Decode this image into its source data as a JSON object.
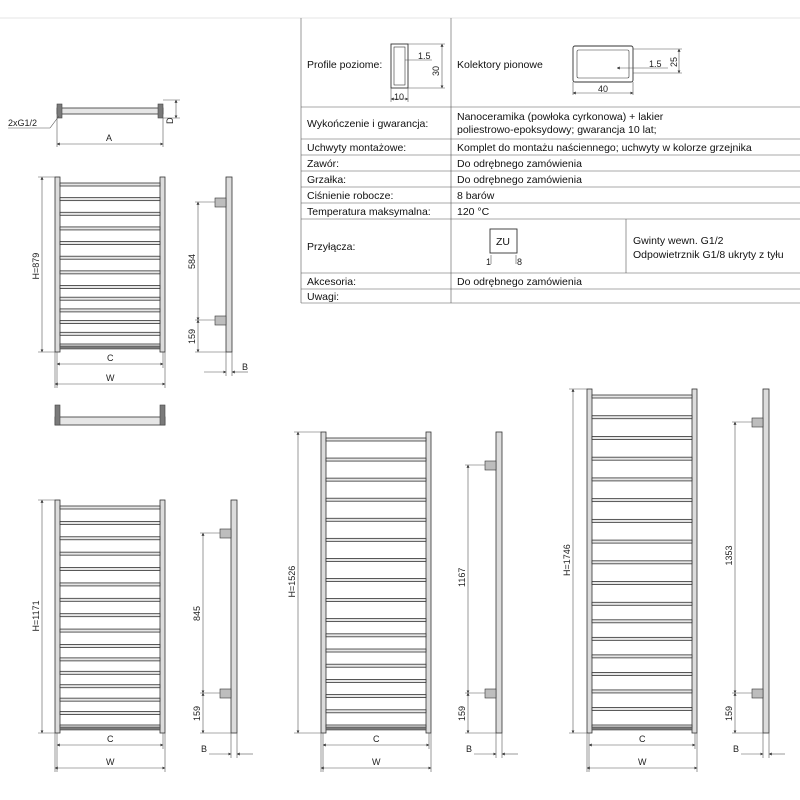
{
  "table": {
    "profile_poziome": "Profile poziome:",
    "kolektory_pionowe": "Kolektory pionowe",
    "profile_dims": {
      "w": "10",
      "h": "30",
      "t": "1.5"
    },
    "kolektor_dims": {
      "w": "40",
      "h": "25",
      "t": "1.5"
    },
    "rows": [
      {
        "label": "Wykończenie i gwarancja:",
        "value": "Nanoceramika (powłoka cyrkonowa) + lakier",
        "value2": "poliestrowo-epoksydowy; gwarancja 10 lat;"
      },
      {
        "label": "Uchwyty montażowe:",
        "value": "Komplet do montażu naściennego; uchwyty w kolorze grzejnika"
      },
      {
        "label": "Zawór:",
        "value": "Do odrębnego zamówienia"
      },
      {
        "label": "Grzałka:",
        "value": "Do odrębnego zamówienia"
      },
      {
        "label": "Ciśnienie robocze:",
        "value": "8 barów"
      },
      {
        "label": "Temperatura maksymalna:",
        "value": "120 °C"
      }
    ],
    "przylacza": {
      "label": "Przyłącza:",
      "badge": "ZU",
      "badge_l": "1",
      "badge_r": "8",
      "line1": "Gwinty wewn. G1/2",
      "line2": "Odpowietrznik G1/8 ukryty z tyłu"
    },
    "akcesoria": {
      "label": "Akcesoria:",
      "value": "Do odrębnego zamówienia"
    },
    "uwagi": {
      "label": "Uwagi:",
      "value": ""
    }
  },
  "top_view": {
    "thread": "2xG1/2",
    "a": "A",
    "d": "D"
  },
  "variants": [
    {
      "h": "H=879",
      "spacing": "584",
      "bottom": "159",
      "c": "C",
      "w": "W",
      "b": "B"
    },
    {
      "h": "H=1171",
      "spacing": "845",
      "bottom": "159",
      "c": "C",
      "w": "W",
      "b": "B"
    },
    {
      "h": "H=1526",
      "spacing": "1167",
      "bottom": "159",
      "c": "C",
      "w": "W",
      "b": "B"
    },
    {
      "h": "H=1746",
      "spacing": "1353",
      "bottom": "159",
      "c": "C",
      "w": "W",
      "b": "B"
    }
  ]
}
